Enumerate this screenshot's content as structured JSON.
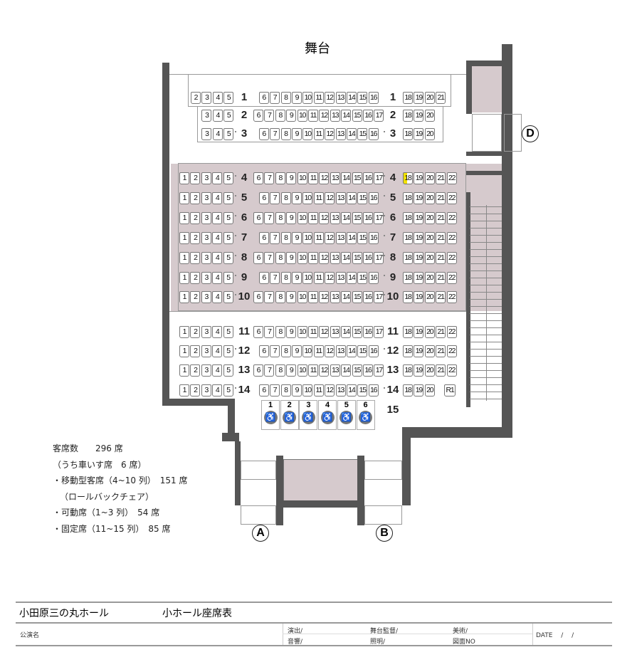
{
  "stage_label": "舞台",
  "highlighted_seat": {
    "row": "4",
    "seat": 18
  },
  "colors": {
    "wall": "#555555",
    "floor_tint": "#d6cacd",
    "highlight": "#f2e200",
    "wheelchair": "#777777"
  },
  "rows": [
    {
      "label": "1",
      "left": [
        2,
        3,
        4,
        5
      ],
      "center": [
        6,
        7,
        8,
        9,
        10,
        11,
        12,
        13,
        14,
        15,
        16
      ],
      "right": [
        18,
        19,
        20,
        21
      ]
    },
    {
      "label": "2",
      "left": [
        3,
        4,
        5
      ],
      "center": [
        6,
        7,
        8,
        9,
        10,
        11,
        12,
        13,
        14,
        15,
        16,
        17
      ],
      "right": [
        18,
        19,
        20
      ]
    },
    {
      "label": "3",
      "left": [
        3,
        4,
        5
      ],
      "center": [
        6,
        7,
        8,
        9,
        10,
        11,
        12,
        13,
        14,
        15,
        16
      ],
      "right": [
        18,
        19,
        20
      ]
    },
    {
      "label": "4",
      "left": [
        1,
        2,
        3,
        4,
        5
      ],
      "center": [
        6,
        7,
        8,
        9,
        10,
        11,
        12,
        13,
        14,
        15,
        16,
        17
      ],
      "right": [
        18,
        19,
        20,
        21,
        22
      ]
    },
    {
      "label": "5",
      "left": [
        1,
        2,
        3,
        4,
        5
      ],
      "center": [
        6,
        7,
        8,
        9,
        10,
        11,
        12,
        13,
        14,
        15,
        16
      ],
      "right": [
        18,
        19,
        20,
        21,
        22
      ]
    },
    {
      "label": "6",
      "left": [
        1,
        2,
        3,
        4,
        5
      ],
      "center": [
        6,
        7,
        8,
        9,
        10,
        11,
        12,
        13,
        14,
        15,
        16,
        17
      ],
      "right": [
        18,
        19,
        20,
        21,
        22
      ]
    },
    {
      "label": "7",
      "left": [
        1,
        2,
        3,
        4,
        5
      ],
      "center": [
        6,
        7,
        8,
        9,
        10,
        11,
        12,
        13,
        14,
        15,
        16
      ],
      "right": [
        18,
        19,
        20,
        21,
        22
      ]
    },
    {
      "label": "8",
      "left": [
        1,
        2,
        3,
        4,
        5
      ],
      "center": [
        6,
        7,
        8,
        9,
        10,
        11,
        12,
        13,
        14,
        15,
        16,
        17
      ],
      "right": [
        18,
        19,
        20,
        21,
        22
      ]
    },
    {
      "label": "9",
      "left": [
        1,
        2,
        3,
        4,
        5
      ],
      "center": [
        6,
        7,
        8,
        9,
        10,
        11,
        12,
        13,
        14,
        15,
        16
      ],
      "right": [
        18,
        19,
        20,
        21,
        22
      ]
    },
    {
      "label": "10",
      "left": [
        1,
        2,
        3,
        4,
        5
      ],
      "center": [
        6,
        7,
        8,
        9,
        10,
        11,
        12,
        13,
        14,
        15,
        16,
        17
      ],
      "right": [
        18,
        19,
        20,
        21,
        22
      ]
    },
    {
      "label": "11",
      "left": [
        1,
        2,
        3,
        4,
        5
      ],
      "center": [
        6,
        7,
        8,
        9,
        10,
        11,
        12,
        13,
        14,
        15,
        16,
        17
      ],
      "right": [
        18,
        19,
        20,
        21,
        22
      ]
    },
    {
      "label": "12",
      "left": [
        1,
        2,
        3,
        4,
        5
      ],
      "center": [
        6,
        7,
        8,
        9,
        10,
        11,
        12,
        13,
        14,
        15,
        16
      ],
      "right": [
        18,
        19,
        20,
        21,
        22
      ]
    },
    {
      "label": "13",
      "left": [
        1,
        2,
        3,
        4,
        5
      ],
      "center": [
        6,
        7,
        8,
        9,
        10,
        11,
        12,
        13,
        14,
        15,
        16,
        17
      ],
      "right": [
        18,
        19,
        20,
        21,
        22
      ]
    },
    {
      "label": "14",
      "left": [
        1,
        2,
        3,
        4,
        5
      ],
      "center": [
        6,
        7,
        8,
        9,
        10,
        11,
        12,
        13,
        14,
        15,
        16
      ],
      "right": [
        18,
        19,
        20
      ]
    }
  ],
  "row15_label": "15",
  "r1_seat": "R1",
  "wheelchair_spaces": [
    "1",
    "2",
    "3",
    "4",
    "5",
    "6"
  ],
  "entrances": {
    "a": "A",
    "b": "B",
    "d": "D"
  },
  "legend": {
    "total": "客席数　　296 席",
    "wheelchair": "（うち車いす席　6 席）",
    "movable": "・移動型客席（4~10 列）　151 席",
    "rollback": "（ロールバックチェア）",
    "mobile": "・可動席（1~3 列）　54 席",
    "fixed": "・固定席（11~15 列）　85 席"
  },
  "footer": {
    "venue": "小田原三の丸ホール",
    "sheet_title": "小ホール座席表",
    "performance_name": "公演名",
    "direction": "演出/",
    "stage_manager": "舞台監督/",
    "art": "美術/",
    "sound": "音響/",
    "lighting": "照明/",
    "drawing_no": "図面NO",
    "date": "DATE　 /　 /"
  }
}
